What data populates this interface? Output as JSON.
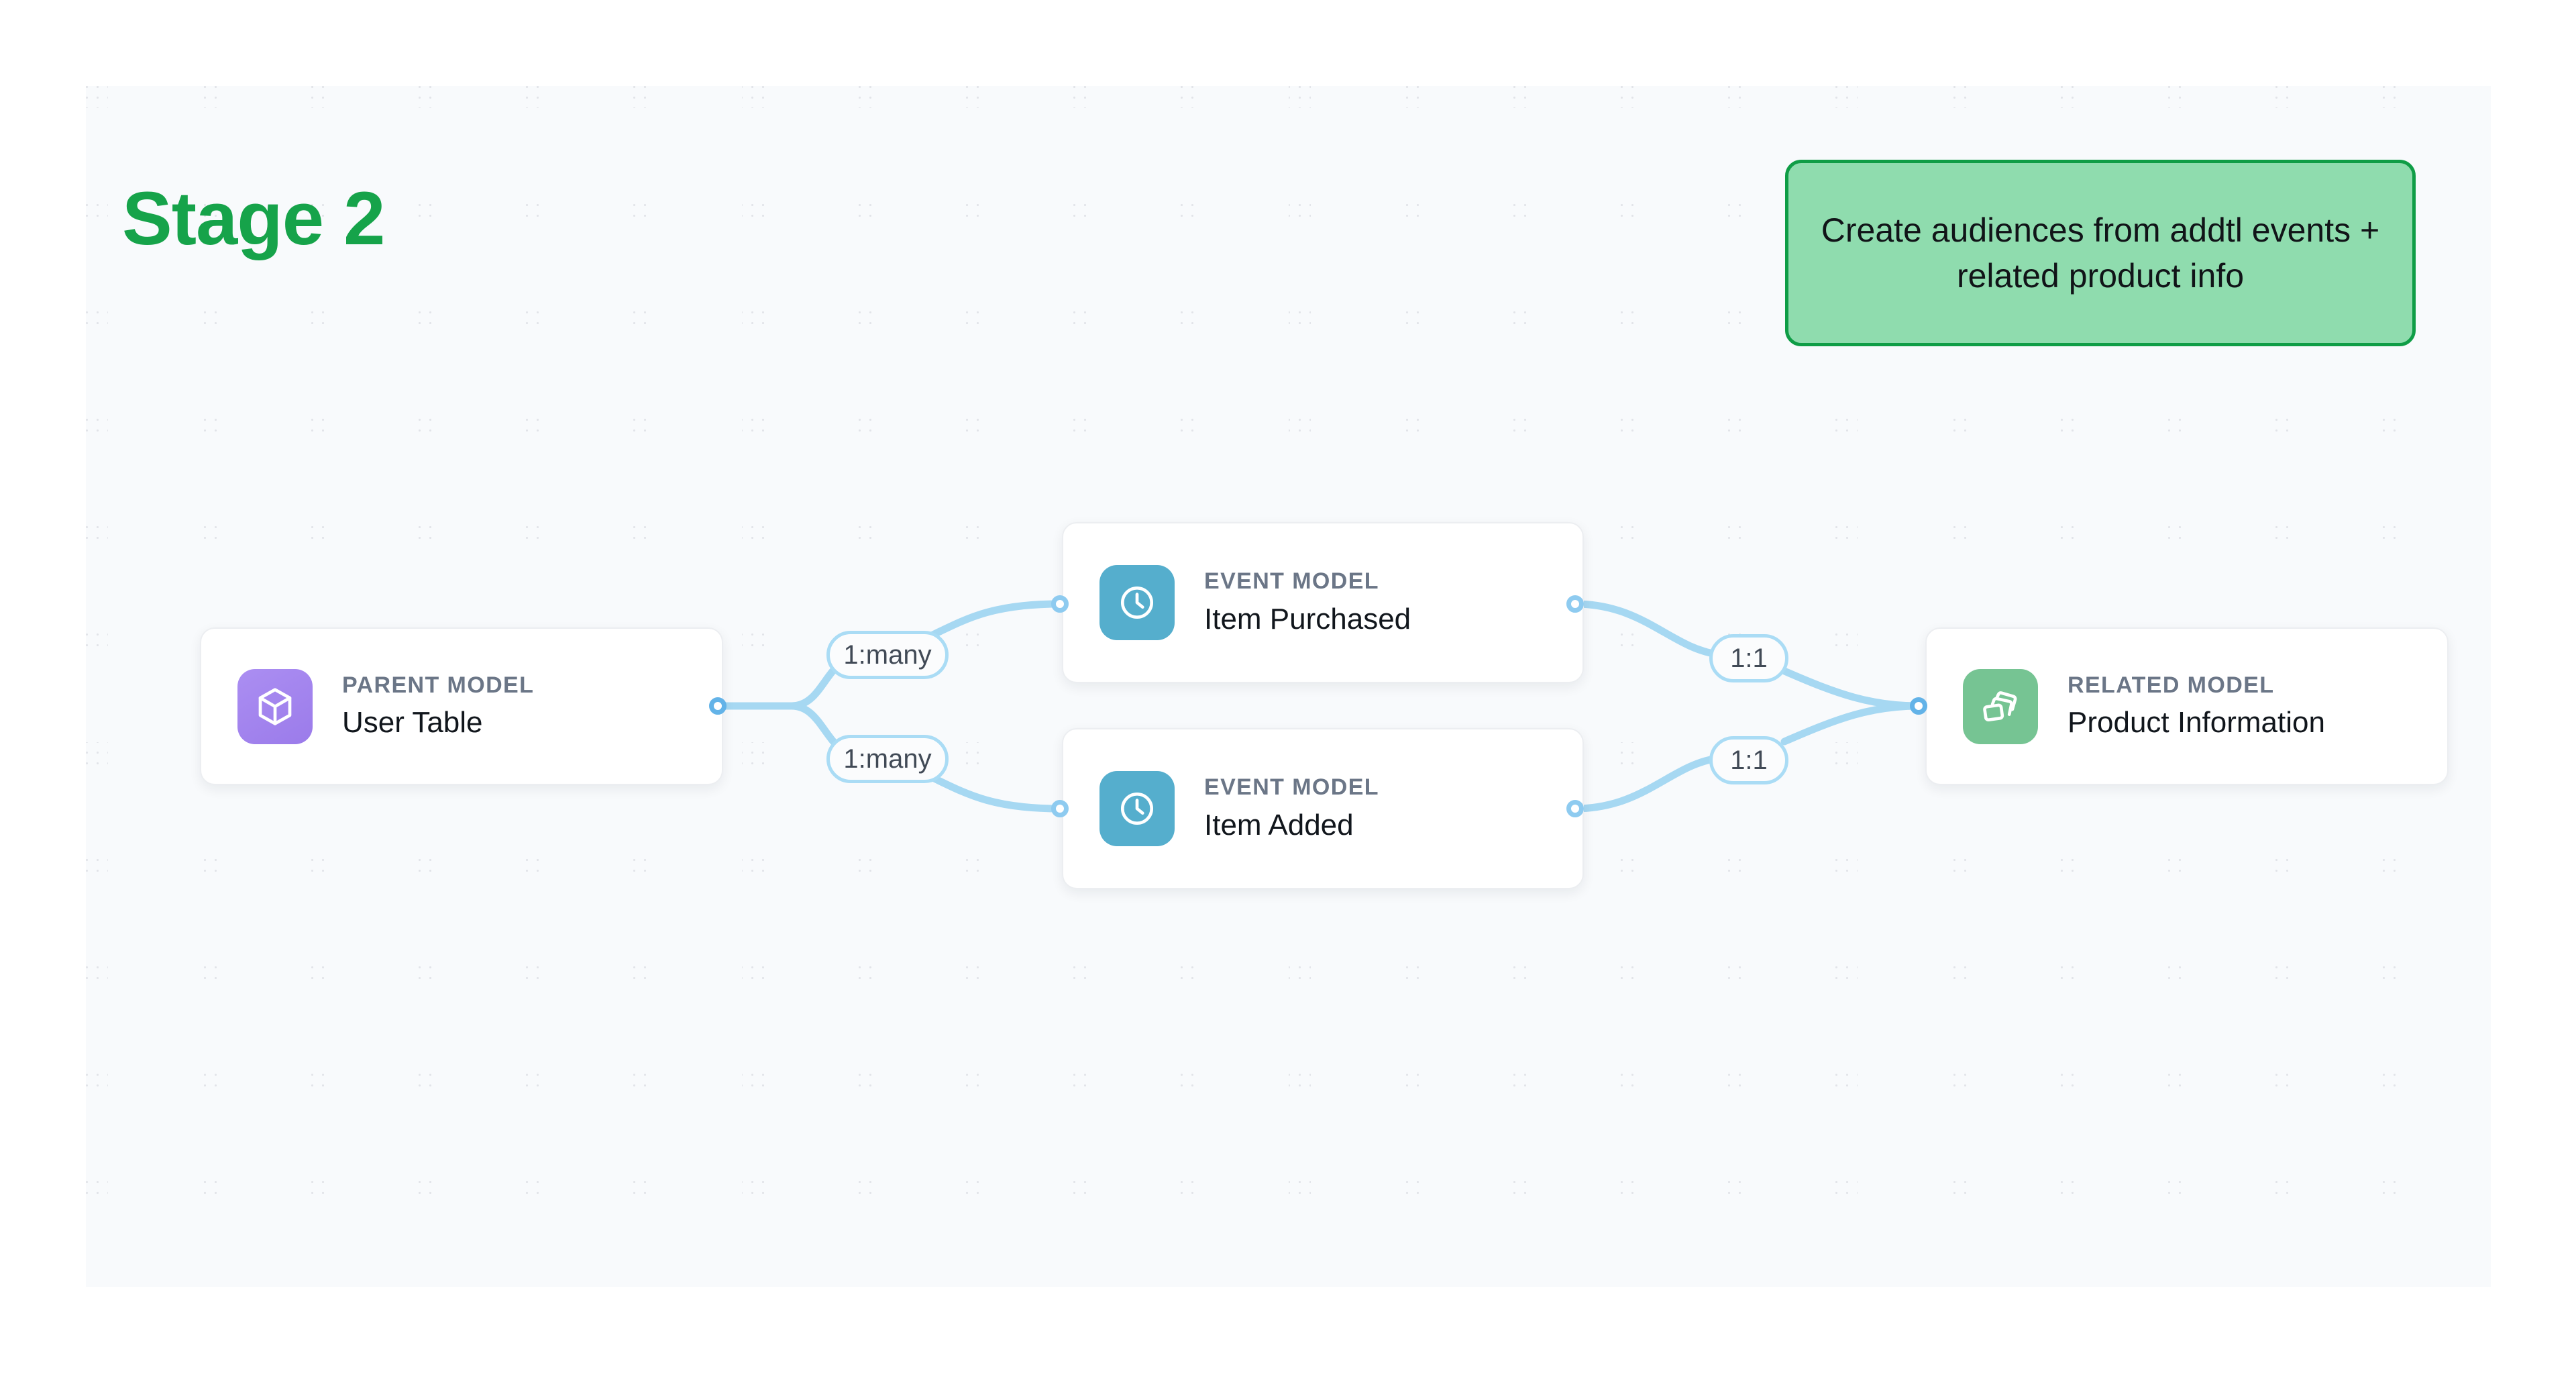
{
  "canvas": {
    "background_color": "#f8fafc",
    "dot_color": "#e2e4e9"
  },
  "stage": {
    "title": "Stage 2",
    "title_color": "#16a34a"
  },
  "callout": {
    "text": "Create audiences from addtl events + related product info",
    "background_color": "#8fdcae",
    "border_color": "#0f9d46",
    "text_color": "#111418"
  },
  "nodes": [
    {
      "id": "parent-model",
      "kicker": "PARENT MODEL",
      "title": "User Table",
      "icon": "cube-icon",
      "icon_color": "#9b7bea"
    },
    {
      "id": "event-model-item-purchased",
      "kicker": "EVENT MODEL",
      "title": "Item Purchased",
      "icon": "clock-icon",
      "icon_color": "#55aecd"
    },
    {
      "id": "event-model-item-added",
      "kicker": "EVENT MODEL",
      "title": "Item Added",
      "icon": "clock-icon",
      "icon_color": "#55aecd"
    },
    {
      "id": "related-model",
      "kicker": "RELATED MODEL",
      "title": "Product Information",
      "icon": "layers-icon",
      "icon_color": "#76c493"
    }
  ],
  "edges": [
    {
      "id": "parent-to-item-purchased",
      "label": "1:many",
      "from": "parent-model",
      "to": "event-model-item-purchased"
    },
    {
      "id": "parent-to-item-added",
      "label": "1:many",
      "from": "parent-model",
      "to": "event-model-item-added"
    },
    {
      "id": "item-purchased-to-related",
      "label": "1:1",
      "from": "event-model-item-purchased",
      "to": "related-model"
    },
    {
      "id": "item-added-to-related",
      "label": "1:1",
      "from": "event-model-item-added",
      "to": "related-model"
    }
  ],
  "edge_style": {
    "line_color": "#a6d8f2",
    "handle_color": "#63b3e8",
    "label_border_color": "#aadcf5",
    "label_text_color": "#414a56"
  }
}
